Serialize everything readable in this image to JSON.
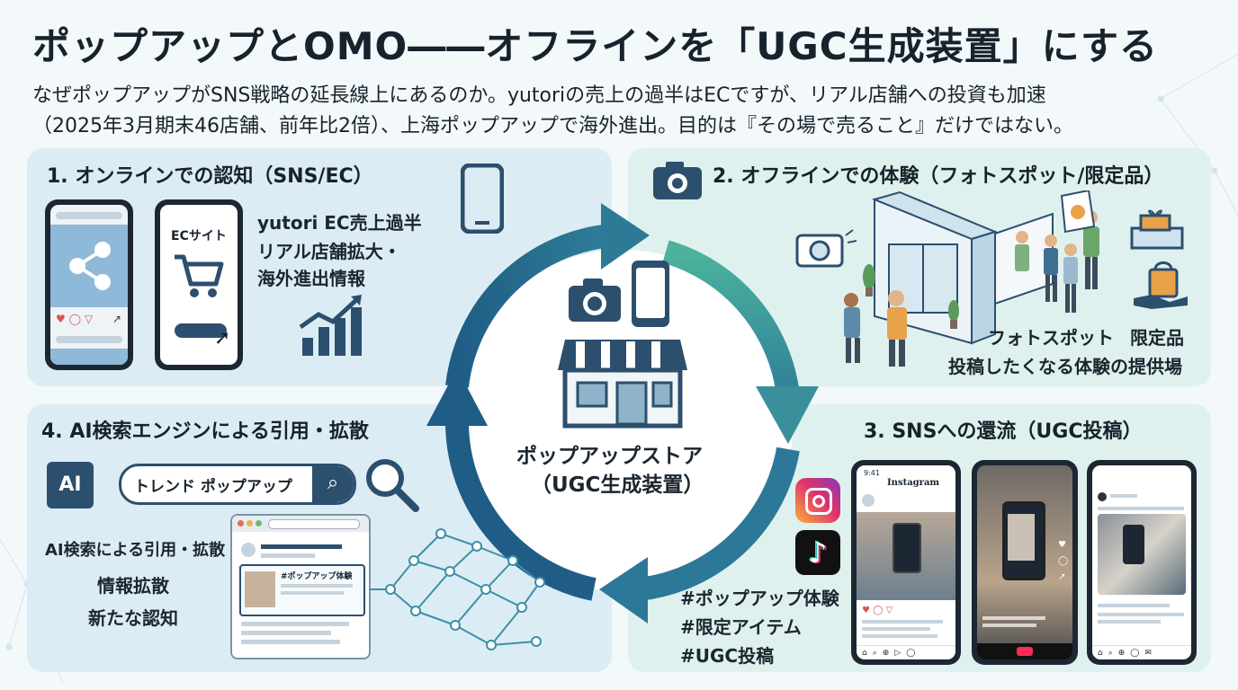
{
  "header": {
    "title": "ポップアップとOMO――オフラインを「UGC生成装置」にする",
    "subtitle_line1": "なぜポップアップがSNS戦略の延長線上にあるのか。yutoriの売上の過半はECですが、リアル店舗への投資も加速",
    "subtitle_line2": "（2025年3月期末46店舗、前年比2倍）、上海ポップアップで海外進出。目的は『その場で売ること』だけではない。"
  },
  "center": {
    "line1": "ポップアップストア",
    "line2": "（UGC生成装置）"
  },
  "panel1": {
    "title": "1. オンラインでの認知（SNS/EC）",
    "ec_label": "ECサイト",
    "lines": [
      "yutori EC売上過半",
      "リアル店舗拡大・",
      "海外進出情報"
    ]
  },
  "panel2": {
    "title": "2. オフラインでの体験（フォトスポット/限定品）",
    "label_photo": "フォトスポット",
    "label_limited": "限定品",
    "caption": "投稿したくなる体験の提供場"
  },
  "panel3": {
    "title": "3. SNSへの還流（UGC投稿）",
    "hashtags": [
      "#ポップアップ体験",
      "#限定アイテム",
      "#UGC投稿"
    ],
    "phone1_app": "Instagram",
    "time": "9:41"
  },
  "panel4": {
    "title": "4. AI検索エンジンによる引用・拡散",
    "ai_chip": "AI",
    "search_text": "トレンド ポップアップ",
    "card_tag": "#ポップアップ体験",
    "lines": [
      "AI検索による引用・拡散",
      "情報拡散",
      "新たな認知"
    ]
  },
  "colors": {
    "panel_left": "#dcecf4",
    "panel_right": "#dff1ee",
    "arrow_dark": "#1f5d86",
    "arrow_teal": "#47a89a",
    "accent_navy": "#2c4f6e"
  },
  "icons": [
    "phone-icon",
    "camera-icon",
    "store-icon",
    "share-icon",
    "cart-icon",
    "growth-chart-icon",
    "search-icon",
    "magnifier-icon",
    "ai-chip-icon",
    "instagram-icon",
    "tiktok-icon",
    "gift-icon",
    "shopping-bag-icon",
    "network-icon"
  ]
}
